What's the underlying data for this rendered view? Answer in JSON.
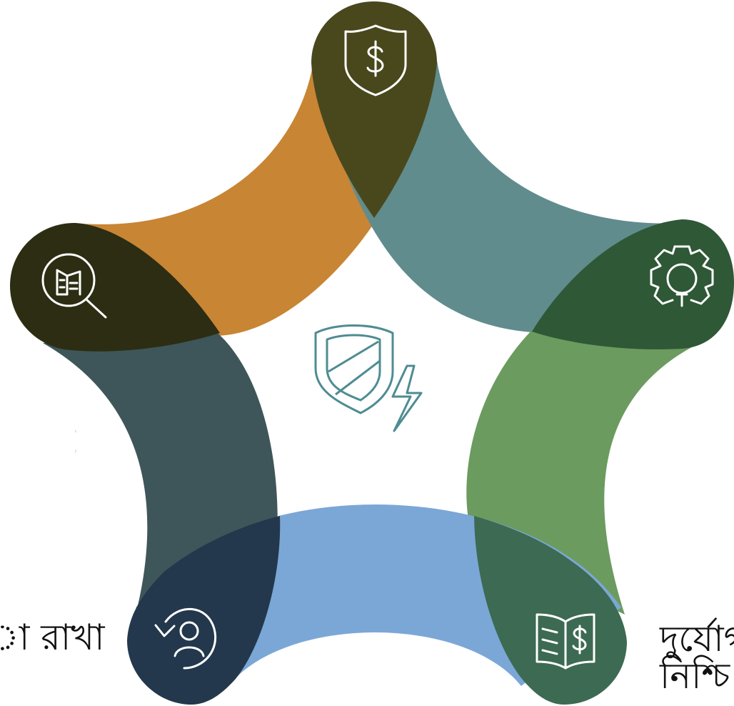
{
  "diagram": {
    "colors": {
      "background": "#ffffff",
      "arc_top_left": "#C88534",
      "arc_top_right": "#618C8D",
      "arc_left": "#3E5659",
      "arc_right": "#6B9B5E",
      "arc_bottom": "#7BA7D7",
      "node_top": "#49481D",
      "node_left": "#2C2D12",
      "node_right": "#2F5836",
      "node_bottom_left": "#23384C",
      "node_bottom_right": "#3D6A52",
      "icon_line": "#ffffff",
      "center_icon": "#4E8C92",
      "text": "#111111"
    },
    "nodes": [
      {
        "id": "top",
        "icon": "shield-dollar-icon"
      },
      {
        "id": "right",
        "icon": "gear-lightbulb-icon"
      },
      {
        "id": "bottom-right",
        "icon": "book-dollar-icon"
      },
      {
        "id": "bottom-left",
        "icon": "person-cycle-icon"
      },
      {
        "id": "left",
        "icon": "building-magnifier-icon"
      }
    ],
    "center_icon": "shield-lightning-icon",
    "labels": {
      "left": "া রাখা",
      "right": "দুর্যোগ\nনিশ্চি"
    }
  }
}
